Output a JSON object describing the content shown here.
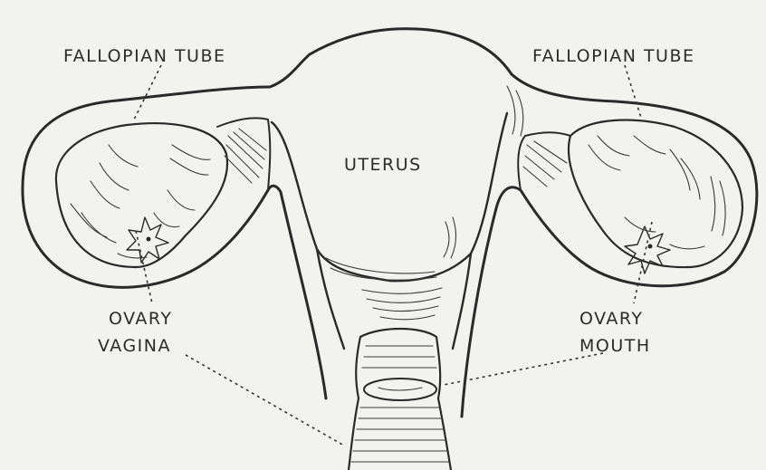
{
  "labels": {
    "fallopian_tube_left": "FALLOPIAN TUBE",
    "fallopian_tube_right": "FALLOPIAN TUBE",
    "uterus": "UTERUS",
    "ovary_left": "OVARY",
    "vagina": "VAGINA",
    "ovary_right": "OVARY",
    "mouth": "MOUTH"
  },
  "colors": {
    "paper": "#f2f2ef",
    "ink": "#2a2a2a"
  }
}
